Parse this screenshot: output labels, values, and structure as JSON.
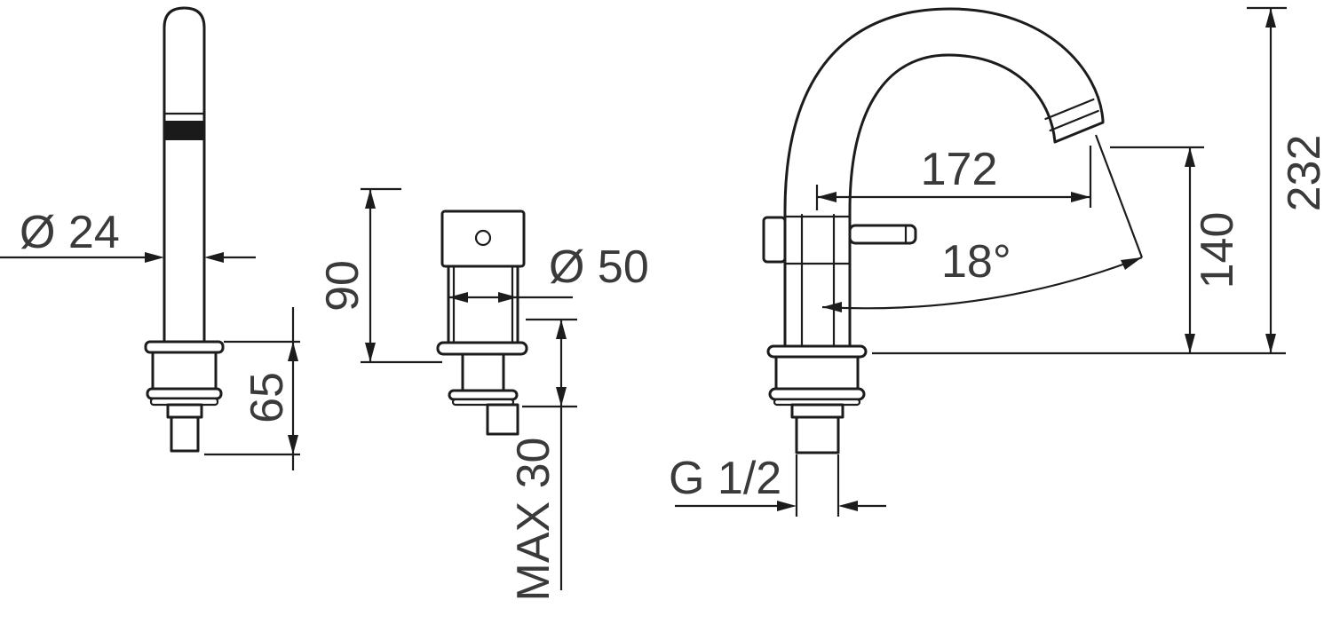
{
  "labels": {
    "spout_diameter": "Ø 24",
    "shank_length": "65",
    "valve_height": "90",
    "valve_diameter": "Ø 50",
    "max_deck_thickness": "MAX 30",
    "spout_reach": "172",
    "spout_angle": "18°",
    "outlet_height": "140",
    "overall_height": "232",
    "inlet_thread": "G 1/2"
  },
  "colors": {
    "background": "#ffffff",
    "line": "#1c1c1c",
    "dimension_text": "#3a3a3a"
  }
}
